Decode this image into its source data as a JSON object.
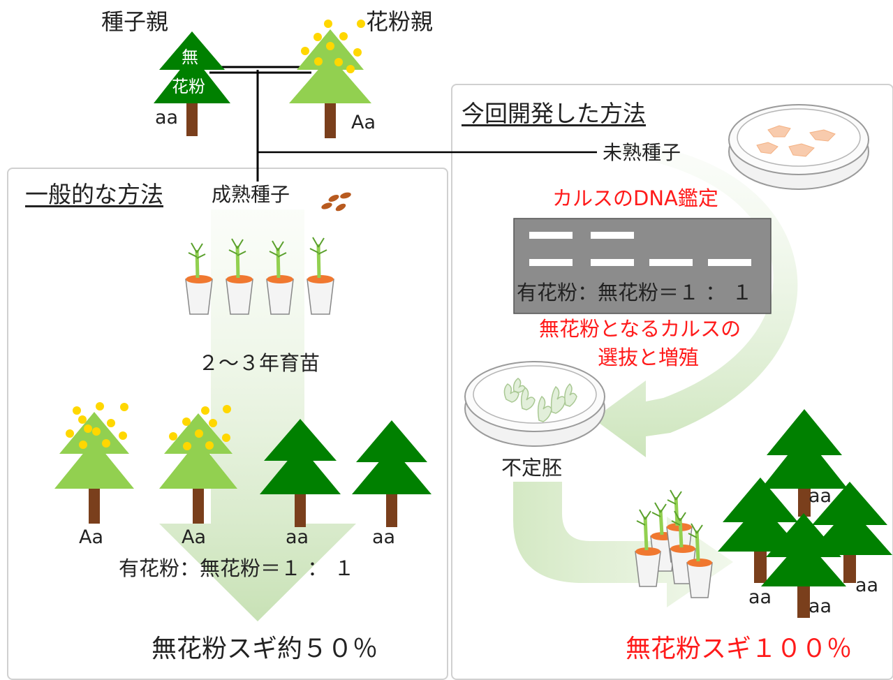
{
  "parents": {
    "seed_parent": "種子親",
    "pollen_parent": "花粉親",
    "pollenless_mark": "無\n花粉",
    "pollenless_mark_line1": "無",
    "pollenless_mark_line2": "花粉",
    "seed_genotype": "aa",
    "pollen_genotype": "Aa"
  },
  "conventional": {
    "title": "一般的な方法",
    "seed_label": "成熟種子",
    "growing_label": "２～３年育苗",
    "genotypes": [
      "Aa",
      "Aa",
      "aa",
      "aa"
    ],
    "ratio": "有花粉：無花粉＝１ ： １",
    "result": "無花粉スギ約５０％"
  },
  "new_method": {
    "title": "今回開発した方法",
    "seed_label": "未熟種子",
    "dna_test_title": "カルスのDNA鑑定",
    "gel_ratio": "有花粉：無花粉＝１ ： １",
    "selection_line1": "無花粉となるカルスの",
    "selection_line2": "選抜と増殖",
    "embryo_label": "不定胚",
    "genotypes": [
      "aa",
      "aa",
      "aa",
      "aa"
    ],
    "result": "無花粉スギ１００％"
  },
  "colors": {
    "light_tree": "#92d050",
    "dark_tree": "#008000",
    "trunk": "#7a3f1c",
    "pollen": "#ffd700",
    "accent_red": "#ff1a1a",
    "gel": "#8c8c8c",
    "pot_soil": "#f07830"
  }
}
